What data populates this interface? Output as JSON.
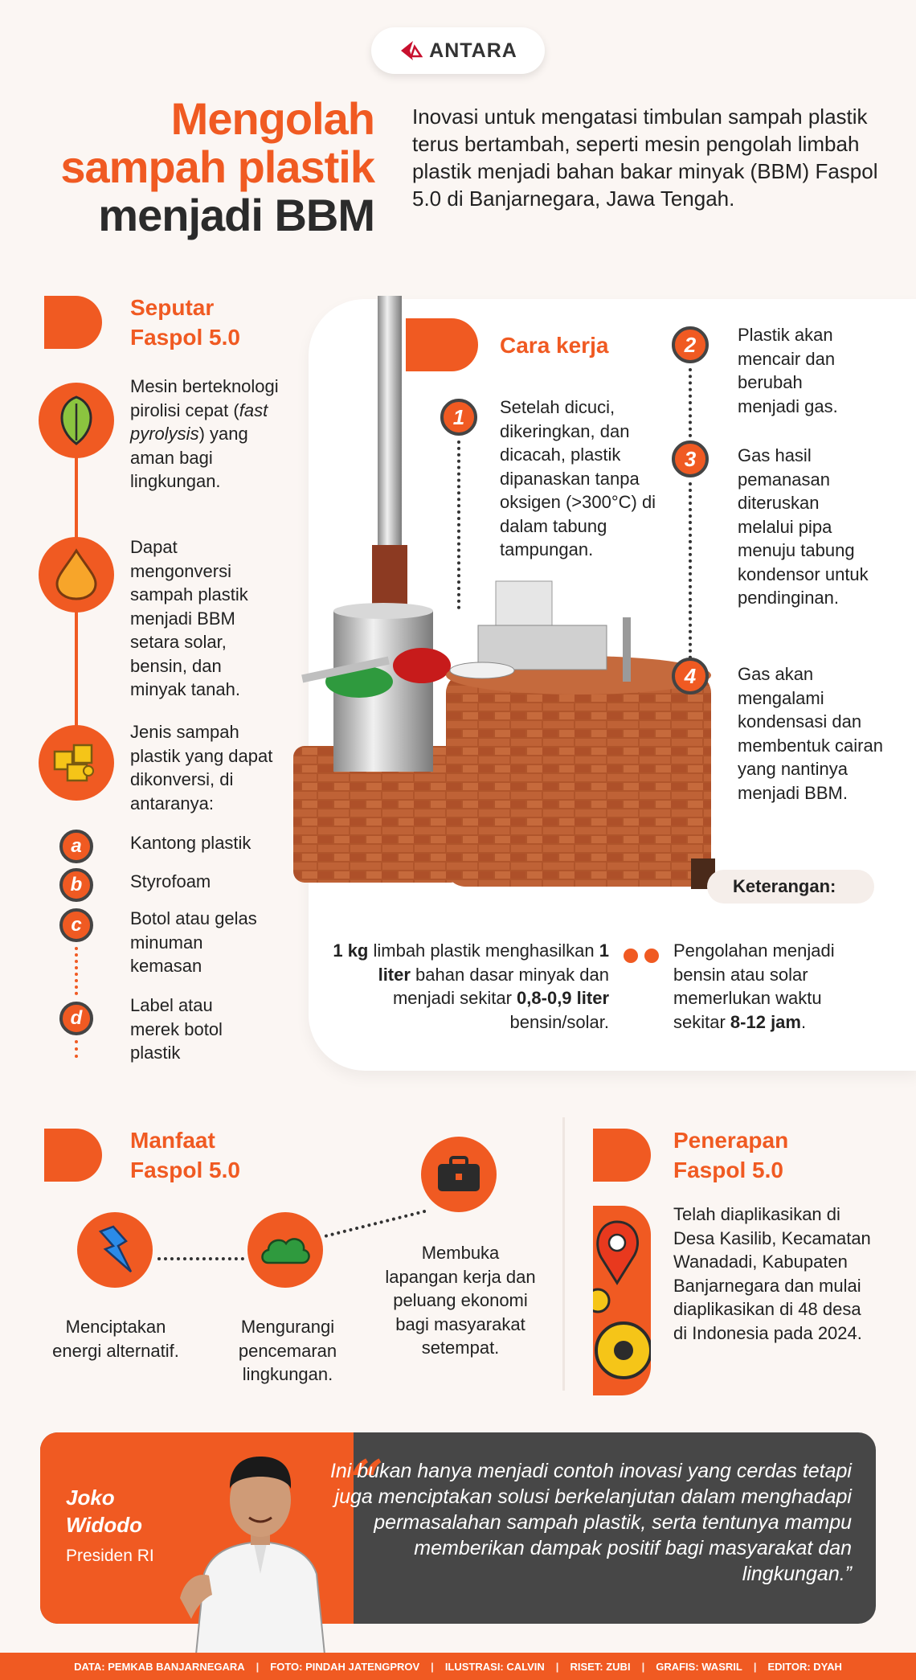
{
  "header": {
    "logo_text": "ANTARA",
    "title_line1": "Mengolah",
    "title_line2": "sampah plastik",
    "title_line3": "menjadi BBM",
    "intro": "Inovasi untuk mengatasi timbulan sampah plastik terus bertambah, seperti mesin pengolah limbah plastik menjadi bahan bakar minyak (BBM)  Faspol 5.0 di Banjarnegara, Jawa Tengah."
  },
  "seputar": {
    "title_line1": "Seputar",
    "title_line2": "Faspol 5.0",
    "items": [
      {
        "icon": "leaf-icon",
        "text_parts": [
          "Mesin berteknologi pirolisi cepat (",
          "fast pyrolysis",
          ") yang aman bagi lingkungan."
        ]
      },
      {
        "icon": "oil-drop-icon",
        "text": "Dapat mengonversi sampah plastik menjadi BBM setara solar, bensin, dan minyak tanah."
      },
      {
        "icon": "puzzle-icon",
        "text": "Jenis sampah plastik yang dapat dikonversi, di antaranya:"
      }
    ],
    "types": [
      {
        "letter": "a",
        "text": "Kantong plastik"
      },
      {
        "letter": "b",
        "text": "Styrofoam"
      },
      {
        "letter": "c",
        "text": "Botol atau gelas minuman kemasan"
      },
      {
        "letter": "d",
        "text": "Label atau merek botol plastik"
      }
    ]
  },
  "cara_kerja": {
    "title": "Cara kerja",
    "steps": [
      {
        "num": "1",
        "text": "Setelah dicuci, dikeringkan, dan dicacah, plastik dipanaskan tanpa oksigen (>300°C) di dalam tabung tampungan."
      },
      {
        "num": "2",
        "text": "Plastik akan mencair dan berubah menjadi gas."
      },
      {
        "num": "3",
        "text": "Gas hasil pemanasan diteruskan melalui pipa menuju tabung kondensor untuk pendinginan."
      },
      {
        "num": "4",
        "text": "Gas akan mengalami kondensasi dan membentuk cairan yang nantinya menjadi BBM."
      }
    ]
  },
  "keterangan": {
    "label": "Keterangan:",
    "left_parts": [
      "1 kg",
      " limbah plastik menghasilkan ",
      "1 liter",
      " bahan dasar minyak dan menjadi sekitar ",
      "0,8-0,9 liter",
      " bensin/solar."
    ],
    "right_parts": [
      "Pengolahan menjadi bensin atau solar memerlukan waktu sekitar ",
      "8-12 jam",
      "."
    ]
  },
  "manfaat": {
    "title_line1": "Manfaat",
    "title_line2": "Faspol 5.0",
    "items": [
      {
        "icon": "lightning-icon",
        "text": "Menciptakan energi alternatif."
      },
      {
        "icon": "cloud-icon",
        "text": "Mengurangi pencemaran lingkungan."
      },
      {
        "icon": "briefcase-icon",
        "text": "Membuka lapangan kerja dan peluang ekonomi bagi masyarakat setempat."
      }
    ]
  },
  "penerapan": {
    "title_line1": "Penerapan",
    "title_line2": "Faspol 5.0",
    "icon": "location-gear-icon",
    "text": "Telah diaplikasikan di Desa Kasilib, Kecamatan Wanadadi, Kabupaten Banjarnegara dan mulai diaplikasikan di 48 desa di Indonesia pada 2024."
  },
  "quote": {
    "name_line1": "Joko",
    "name_line2": "Widodo",
    "role": "Presiden RI",
    "text": "Ini bukan hanya menjadi contoh inovasi yang cerdas tetapi juga menciptakan solusi berkelanjutan dalam menghadapi permasalahan sampah plastik, serta tentunya mampu memberikan dampak positif bagi masyarakat dan lingkungan.”"
  },
  "footer": {
    "credits": [
      "DATA: PEMKAB BANJARNEGARA",
      "FOTO: PINDAH JATENGPROV",
      "ILUSTRASI: CALVIN",
      "RISET: ZUBI",
      "GRAFIS: WASRIL",
      "EDITOR: DYAH"
    ]
  },
  "colors": {
    "accent": "#f05a22",
    "dark": "#474747",
    "background": "#fbf6f3"
  }
}
